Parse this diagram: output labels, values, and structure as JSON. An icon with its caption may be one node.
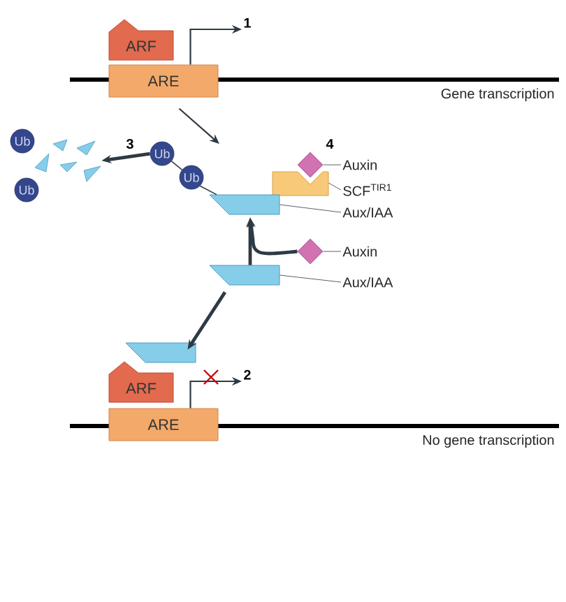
{
  "diagram": {
    "nodes": [
      {
        "text": [
          "ARF"
        ]
      },
      {
        "text": [
          "ARE"
        ]
      },
      {
        "text": [
          "Ub"
        ]
      },
      {
        "text": [
          "Ub"
        ]
      },
      {
        "text": [
          "Ub"
        ]
      },
      {
        "text": [
          "Ub"
        ]
      },
      {
        "text": [],
        "shape": "diamond"
      },
      {
        "text": [],
        "shape": "box"
      },
      {
        "text": [],
        "shape": "trapezoid"
      },
      {
        "text": [
          "Auxin"
        ]
      },
      {
        "text": [
          "SCF$^{TIR1}$"
        ]
      },
      {
        "text": [
          "Aux/IAA"
        ]
      },
      {
        "text": [],
        "shape": "diamond"
      },
      {
        "text": [
          "Auxin"
        ]
      },
      {
        "text": [],
        "shape": "trapezoid"
      },
      {
        "text": [
          "Aux/IAA"
        ]
      },
      {
        "text": [],
        "shape": "trapezoid"
      },
      {
        "text": [
          "ARF"
        ]
      },
      {
        "text": [
          "ARE"
        ]
      },
      {
        "text": [
          "1"
        ]
      },
      {
        "text": [
          "2"
        ]
      },
      {
        "text": [],
        "shape": "picture"
      }
    ],
    "edges": [
      {
        "from": 1,
        "to": 19,
        "arrow": "to"
      },
      {
        "from": 1,
        "to": null,
        "arrow": "to"
      },
      {
        "from": 2,
        "to": 21,
        "arrow": "to",
        "style": "thick"
      },
      {
        "from": 2,
        "to": 3,
        "arrow": "none"
      },
      {
        "from": 3,
        "to": 8,
        "arrow": "none"
      },
      {
        "from": 14,
        "to": 8,
        "arrow": "to",
        "style": "thick"
      },
      {
        "from": 12,
        "to": 8,
        "arrow": "to",
        "style": "thick"
      },
      {
        "from": 14,
        "to": 16,
        "arrow": "to",
        "style": "thick"
      },
      {
        "from": 18,
        "to": 20,
        "arrow": "to"
      },
      {
        "from": 9,
        "to": 6,
        "arrow": "none"
      },
      {
        "from": 10,
        "to": 7,
        "arrow": "none"
      },
      {
        "from": 11,
        "to": 8,
        "arrow": "none"
      },
      {
        "from": 13,
        "to": 12,
        "arrow": "none"
      },
      {
        "from": 15,
        "to": 14,
        "arrow": "none"
      }
    ],
    "labels": [
      "Gene transcription",
      "3",
      "4",
      "No gene transcription"
    ]
  }
}
